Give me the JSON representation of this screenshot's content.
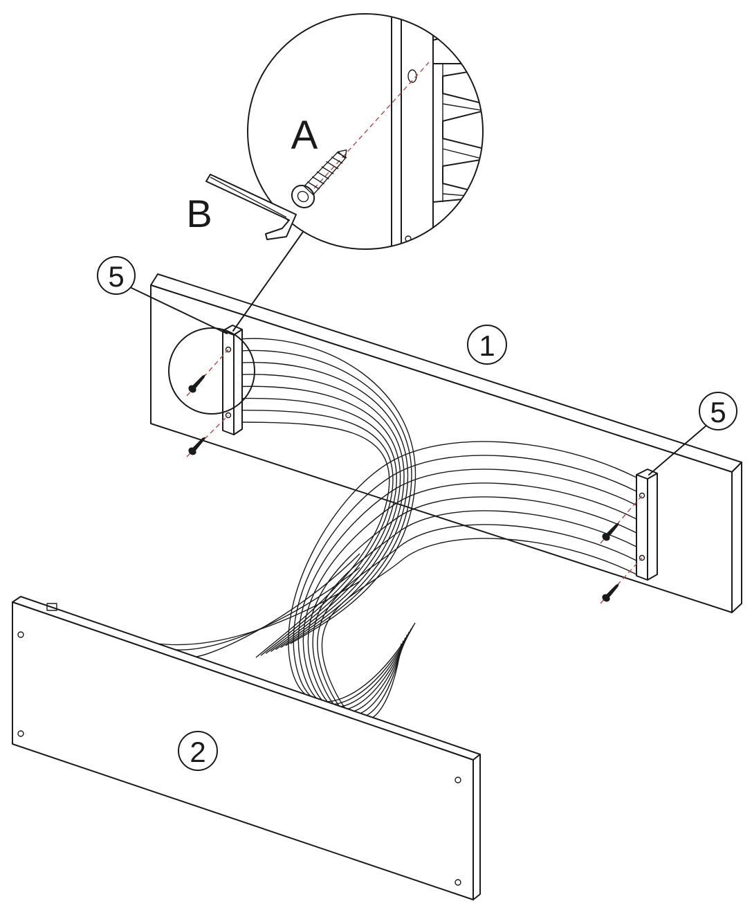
{
  "labels": {
    "part_top_rail": "1",
    "part_bottom_rail": "2",
    "part_bracket_left": "5",
    "part_bracket_right": "5",
    "screw": "A",
    "hex_key": "B"
  },
  "colors": {
    "line": "#1a1a1a",
    "background": "#ffffff",
    "guide_dash": "#c04040"
  }
}
